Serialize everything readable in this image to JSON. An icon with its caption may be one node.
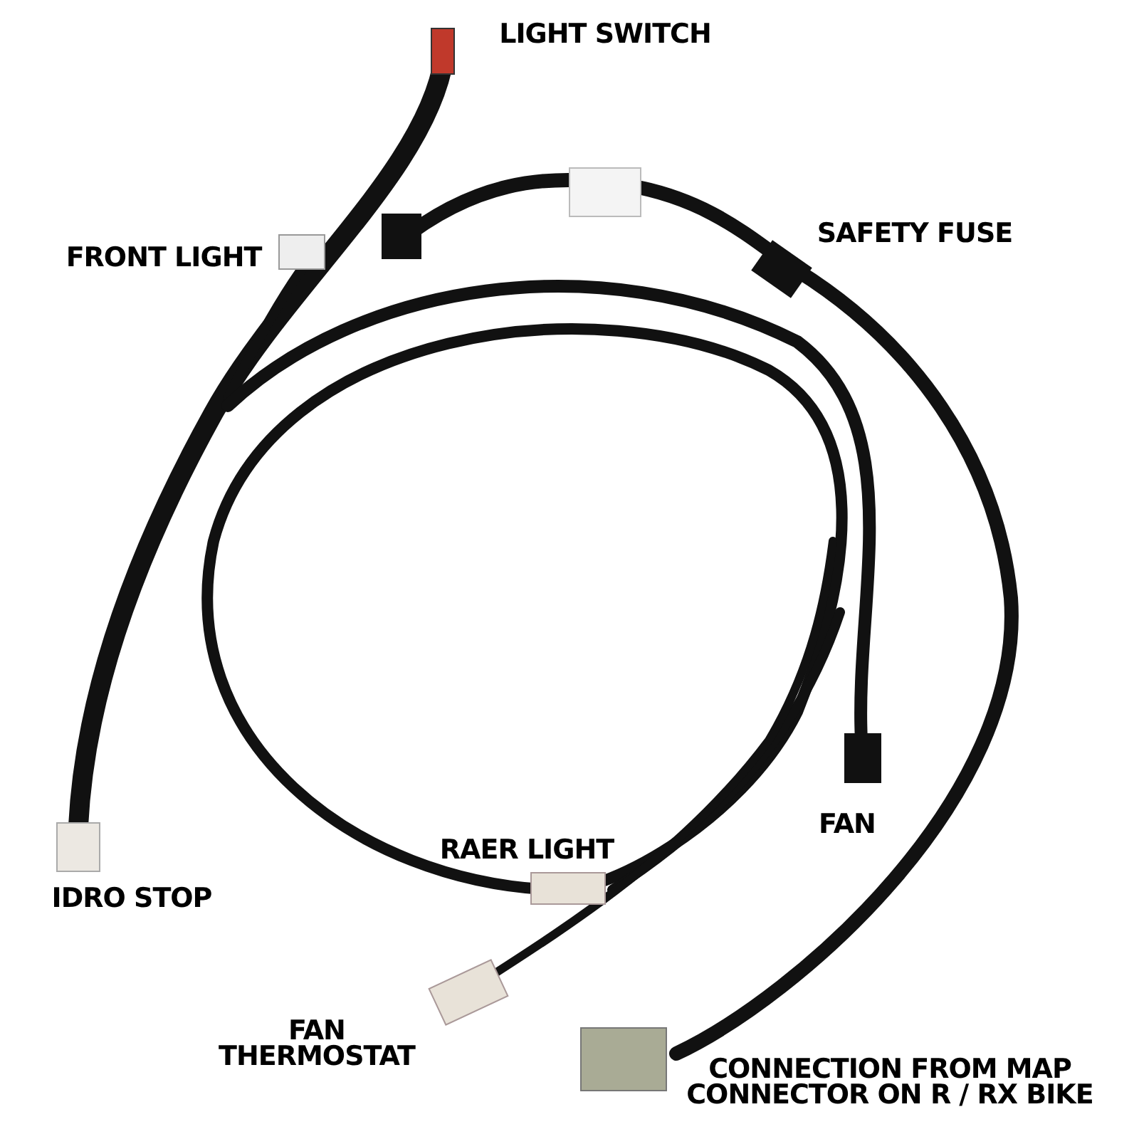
{
  "diagram": {
    "labels": [
      "LIGHT SWITCH",
      "FRONT LIGHT",
      "SAFETY FUSE",
      "FAN",
      "RAER LIGHT",
      "IDRO STOP",
      "FAN THERMOSTAT",
      "CONNECTION FROM MAP CONNECTOR ON R / RX BIKE"
    ]
  }
}
